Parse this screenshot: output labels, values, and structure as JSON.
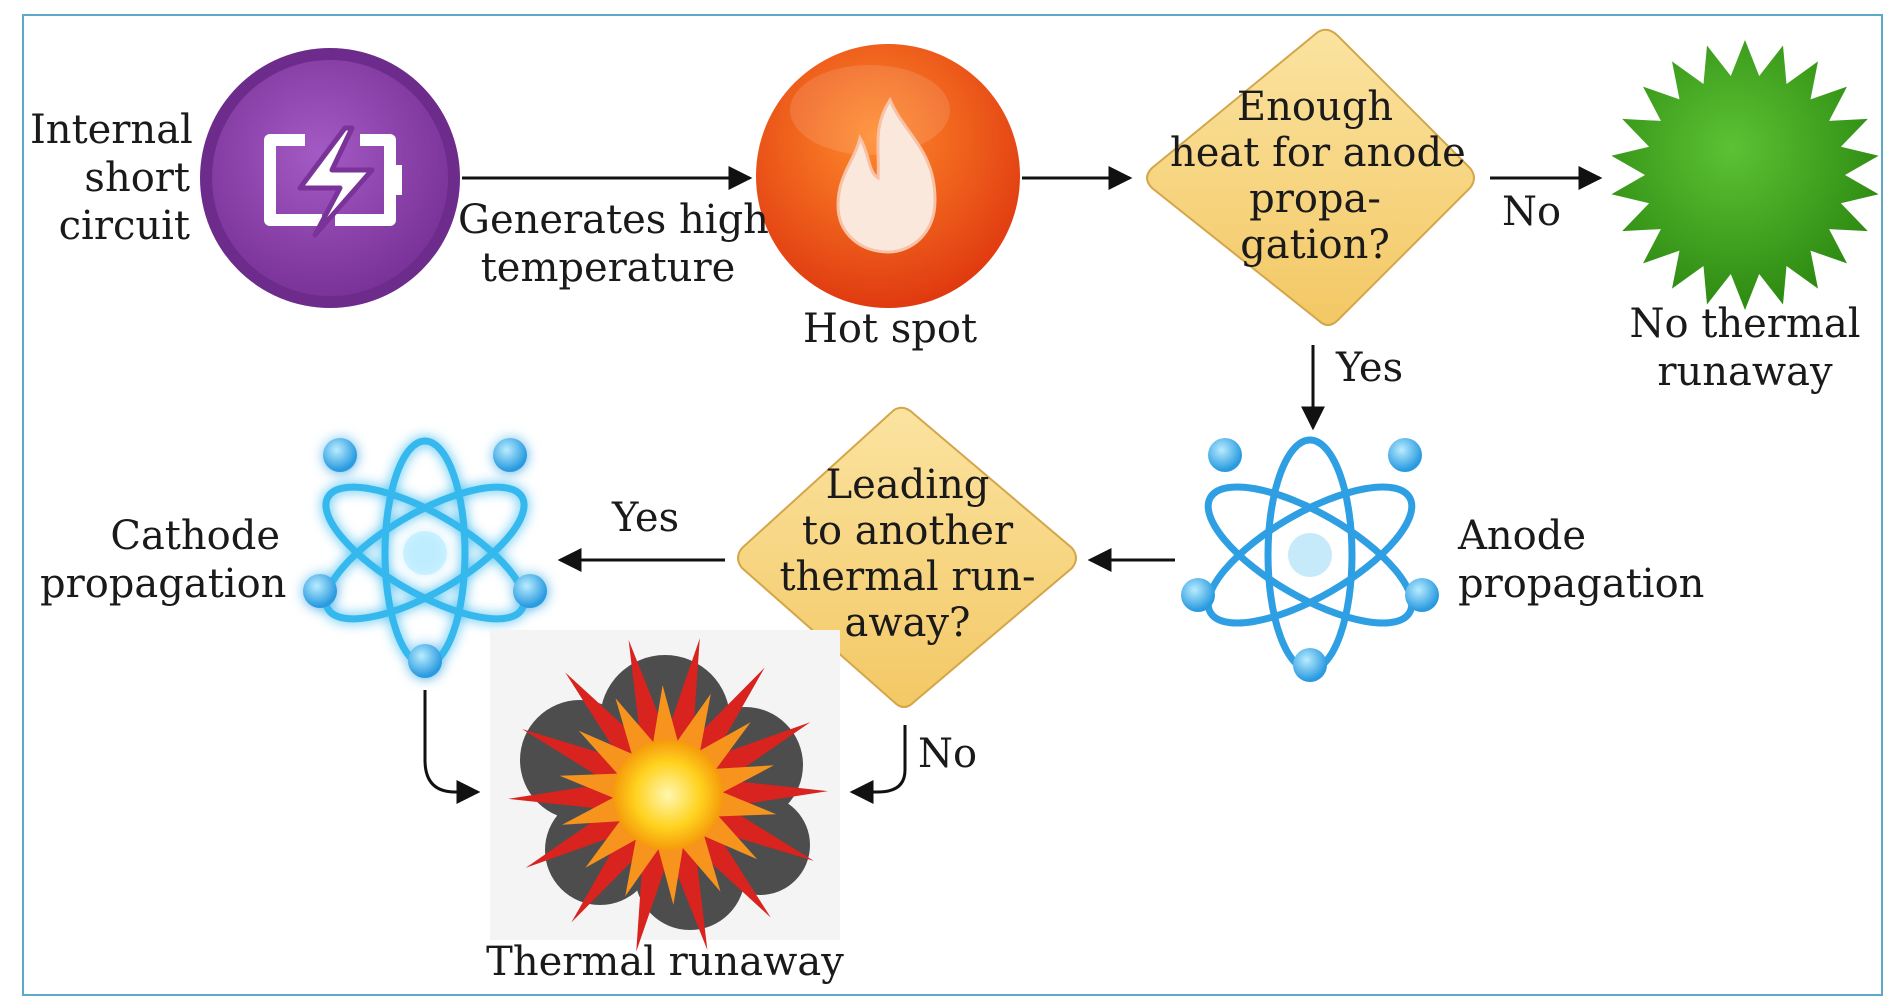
{
  "nodes": {
    "internal_short_circuit": [
      "Internal",
      "short",
      "circuit"
    ],
    "generates_high_temperature": [
      "Generates high",
      "temperature"
    ],
    "hot_spot": "Hot spot",
    "decision_anode": [
      "Enough",
      "heat for anode",
      "propa-",
      "gation?"
    ],
    "no_thermal_runaway": [
      "No thermal",
      "runaway"
    ],
    "anode_propagation": [
      "Anode",
      "propagation"
    ],
    "decision_another": [
      "Leading",
      "to another",
      "thermal run-",
      "away?"
    ],
    "cathode_propagation": [
      "Cathode",
      "propagation"
    ],
    "thermal_runaway": "Thermal runaway"
  },
  "edges": {
    "anode_no": "No",
    "anode_yes": "Yes",
    "another_yes": "Yes",
    "another_no": "No"
  },
  "icons": {
    "battery": "battery-charging-icon",
    "flame": "flame-icon",
    "burst": "green-burst-icon",
    "atom": "atom-icon",
    "explosion": "explosion-icon"
  },
  "colors": {
    "purple": "#8e44ad",
    "orange": "#f05a14",
    "diamond": "#f9d98a",
    "green": "#3ea51e",
    "atom_blue": "#35a8e6",
    "frame": "#5ea8c9"
  }
}
